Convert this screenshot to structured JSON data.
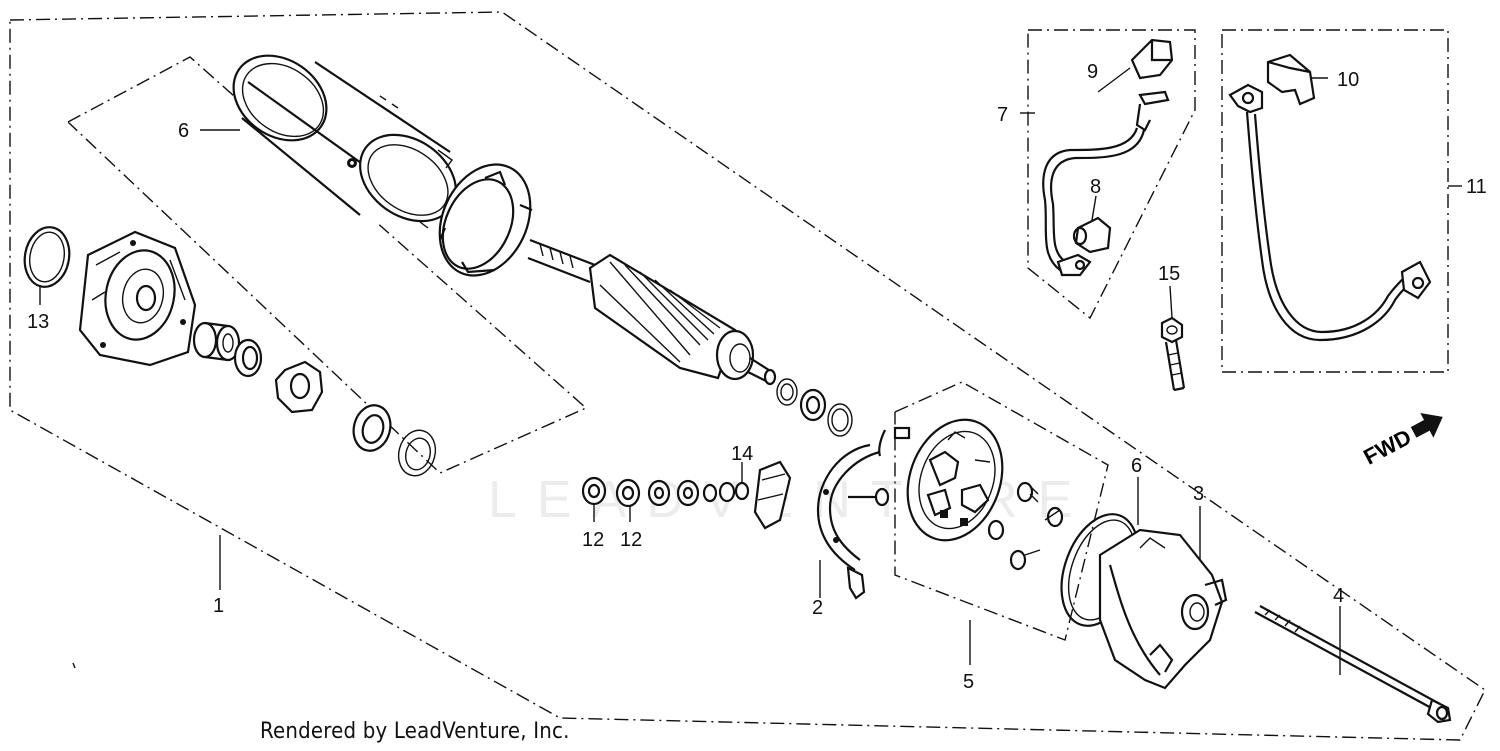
{
  "diagram": {
    "callouts": {
      "c1": "1",
      "c2": "2",
      "c3": "3",
      "c4": "4",
      "c5": "5",
      "c6a": "6",
      "c6b": "6",
      "c7": "7",
      "c8": "8",
      "c9": "9",
      "c10": "10",
      "c11": "11",
      "c12a": "12",
      "c12b": "12",
      "c13": "13",
      "c14": "14",
      "c15": "15"
    },
    "direction_label": "FWD",
    "watermark_text": "LEADVENTURE",
    "footer": "Rendered by LeadVenture, Inc."
  }
}
